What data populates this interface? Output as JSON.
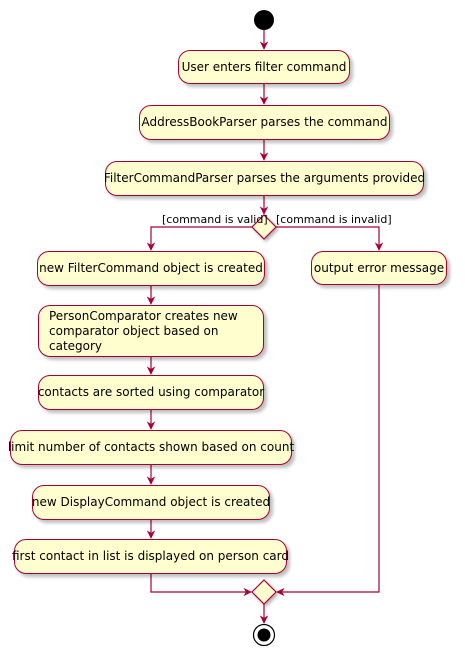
{
  "colors": {
    "border": "#A80036",
    "fill": "#FEFECE",
    "start": "#000000"
  },
  "nodes": {
    "enter": "User enters filter command",
    "parse": "AddressBookParser parses the command",
    "args": "FilterCommandParser parses the arguments provided",
    "create": "new FilterCommand object is created",
    "comparator": "PersonComparator creates new\ncomparator object based on category",
    "sorted": "contacts are sorted using comparator",
    "limit": "limit number of contacts shown based on count",
    "display_cmd": "new DisplayCommand object is created",
    "first_contact": "first contact in list is displayed on person card",
    "error": "output error message"
  },
  "guards": {
    "valid": "[command is valid]",
    "invalid": "[command is invalid]"
  }
}
